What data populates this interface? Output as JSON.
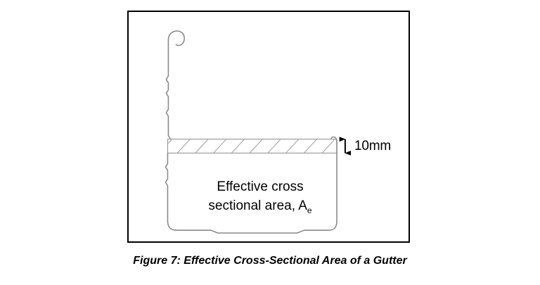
{
  "figure": {
    "caption": "Figure 7: Effective Cross-Sectional Area of a Gutter",
    "border_color": "#000000",
    "background_color": "#ffffff"
  },
  "diagram": {
    "profile_line_color": "#808080",
    "hatch_line_color": "#9a9a9a",
    "arrow_color": "#000000",
    "dimension": {
      "label": "10mm",
      "arrow_name": "double-headed-vertical-arrow"
    },
    "area_annotation": {
      "line1": "Effective cross",
      "line2": "sectional area, A",
      "subscript": "e"
    },
    "hatch_band": {
      "line_count": 10,
      "angle_label": "diagonal-up-right"
    }
  }
}
